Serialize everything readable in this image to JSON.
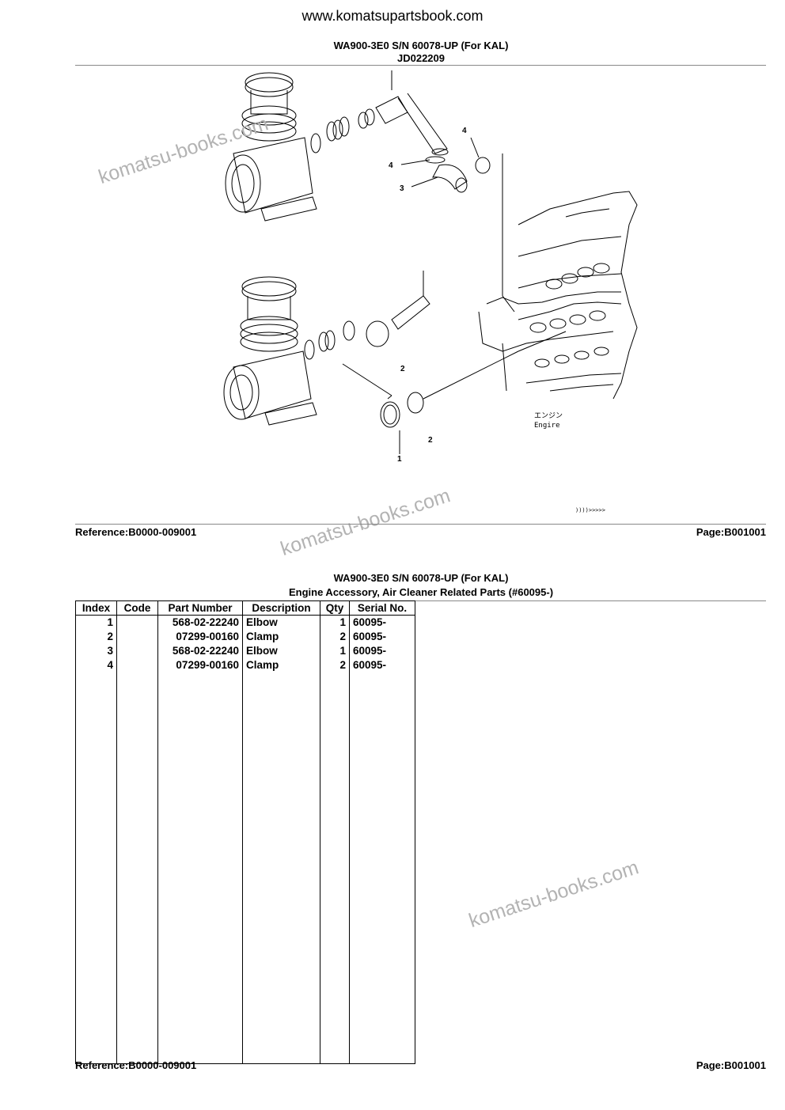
{
  "header": {
    "site": "www.komatsupartsbook.com",
    "model": "WA900-3E0 S/N 60078-UP (For KAL)",
    "drawing_id": "JD022209"
  },
  "diagram": {
    "callouts": [
      "1",
      "2",
      "2",
      "3",
      "4",
      "4"
    ],
    "engine_label_jp": "エンジン",
    "engine_label_en": "Engire",
    "ref_code": "))))>>>>>"
  },
  "watermark": "komatsu-books.com",
  "footer": {
    "reference": "Reference:B0000-009001",
    "page": "Page:B001001"
  },
  "section": {
    "model": "WA900-3E0 S/N 60078-UP (For KAL)",
    "title": "Engine Accessory, Air Cleaner Related Parts (#60095-)"
  },
  "table": {
    "headers": [
      "Index",
      "Code",
      "Part Number",
      "Description",
      "Qty",
      "Serial No."
    ],
    "rows": [
      {
        "index": "1",
        "code": "",
        "part_number": "568-02-22240",
        "description": "Elbow",
        "qty": "1",
        "serial": "60095-"
      },
      {
        "index": "2",
        "code": "",
        "part_number": "07299-00160",
        "description": "Clamp",
        "qty": "2",
        "serial": "60095-"
      },
      {
        "index": "3",
        "code": "",
        "part_number": "568-02-22240",
        "description": "Elbow",
        "qty": "1",
        "serial": "60095-"
      },
      {
        "index": "4",
        "code": "",
        "part_number": "07299-00160",
        "description": "Clamp",
        "qty": "2",
        "serial": "60095-"
      }
    ]
  }
}
